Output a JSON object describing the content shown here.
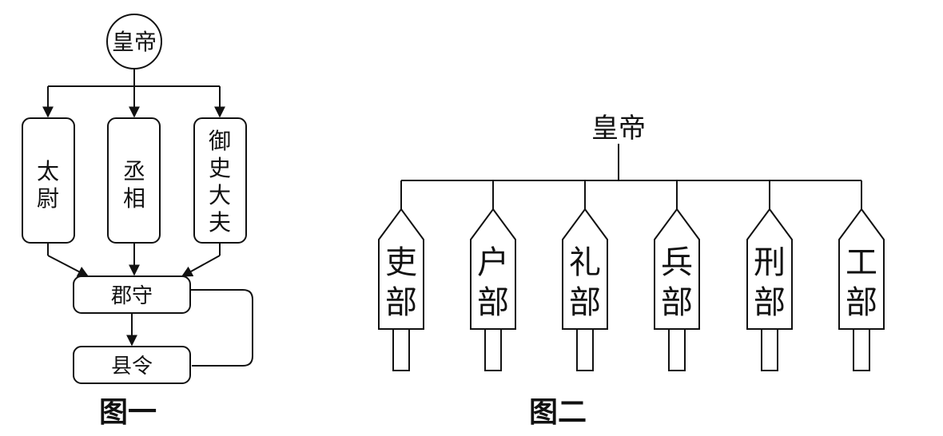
{
  "figure1": {
    "caption": "图一",
    "emperor": "皇帝",
    "ministers": [
      {
        "chars": [
          "太",
          "尉"
        ]
      },
      {
        "chars": [
          "丞",
          "相"
        ]
      },
      {
        "chars": [
          "御",
          "史",
          "大",
          "夫"
        ]
      }
    ],
    "commandery": "郡守",
    "county": "县令"
  },
  "figure2": {
    "caption": "图二",
    "emperor": "皇帝",
    "ministries": [
      {
        "chars": [
          "吏",
          "部"
        ]
      },
      {
        "chars": [
          "户",
          "部"
        ]
      },
      {
        "chars": [
          "礼",
          "部"
        ]
      },
      {
        "chars": [
          "兵",
          "部"
        ]
      },
      {
        "chars": [
          "刑",
          "部"
        ]
      },
      {
        "chars": [
          "工",
          "部"
        ]
      }
    ]
  },
  "colors": {
    "stroke": "#111111",
    "background": "#ffffff"
  }
}
